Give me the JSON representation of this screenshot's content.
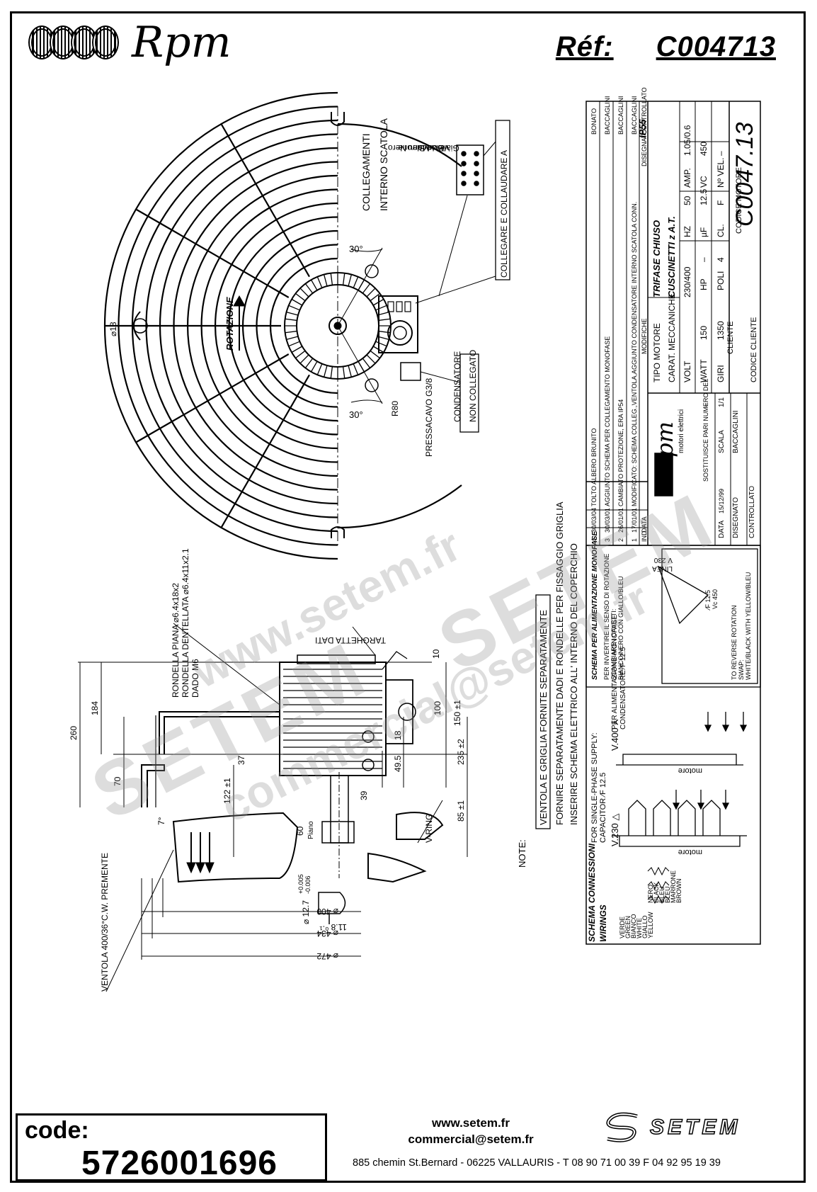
{
  "header": {
    "brand": "Rpm",
    "ref_label": "Réf:",
    "ref_value": "C004713"
  },
  "fan_view": {
    "collegamenti_title_1": "COLLEGAMENTI",
    "collegamenti_title_2": "INTERNO SCATOLA",
    "wires": [
      "Giallo",
      "Verde",
      "Bianco",
      "Bleu",
      "Marrone",
      "Nero"
    ],
    "collaudare": "COLLEGARE E COLLAUDARE A",
    "rotazione": "ROTAZIONE",
    "angle_top": "30°",
    "angle_bottom": "30°",
    "hole": "⌀18",
    "r80": "R80",
    "pressacavo": "PRESSACAVO G3/8",
    "condensatore": "CONDENSATORE",
    "non_collegato": "NON COLLEGATO"
  },
  "side_view": {
    "targhetta": "TARGHETTA DATI",
    "rondella_piana": "RONDELLA PIANA ⌀6.4x18x2",
    "rondella_dentellata": "RONDELLA DENTELLATA ⌀6.4x11x2.1",
    "dado": "DADO M6",
    "dims": {
      "d260": "260",
      "d184": "184",
      "d70": "70",
      "d37": "37",
      "d122": "122 ±1",
      "d18": "18",
      "d49": "49.5",
      "d100": "100",
      "d150": "150 ±1",
      "d235": "235 ±2",
      "d10": "10",
      "d39": "39",
      "d85": "85 ±1",
      "d60": "60",
      "d7": "7°",
      "piano": "Piano",
      "vring": "V-RING"
    },
    "shaft_dia": "⌀ 12.7",
    "shaft_tol_a": "+0.005",
    "shaft_tol_b": "-0.006",
    "key": "11.8 ⁰·¹",
    "d400": "⌀ 400",
    "d434": "⌀ 434",
    "d472": "⌀ 472",
    "ventola": "VENTOLA 400/36°C.W. PREMENTE"
  },
  "note": {
    "label": "NOTE:",
    "box": "VENTOLA E GRIGLIA FORNITE SEPARATAMENTE",
    "line2": "FORNIRE SEPARATAMENTE DADI E RONDELLE PER FISSAGGIO GRIGLIA",
    "line3": "INSERIRE SCHEMA ELETTRICO ALL' INTERNO DEL COPERCHIO"
  },
  "title_block": {
    "rev_header": [
      "IND",
      "DATA",
      "MODIFICHE",
      "DISEGNATO",
      "CONTROLLATO"
    ],
    "revisions": [
      {
        "ind": "4",
        "data": "30/03/04",
        "text": "TOLTO ALBERO BRUNITO",
        "by": "BONATO"
      },
      {
        "ind": "3",
        "data": "30/03/01",
        "text": "AGGIUNTO SCHEMA PER COLLEGAMENTO MONOFASE",
        "by": "BACCAGLINI"
      },
      {
        "ind": "2",
        "data": "26/01/01",
        "text": "CAMBIATO PROTEZIONE, ERA IP54",
        "by": "BACCAGLINI"
      },
      {
        "ind": "1",
        "data": "17/01/01",
        "text": "MODIFICATO: SCHEMA COLLEG.,VENTOLA,AGGIUNTO CONDENSATORE INTERNO SCATOLA CONN.",
        "by": "BACCAGLINI"
      }
    ],
    "tipo_motore_label": "TIPO MOTORE",
    "tipo_motore": "TRIFASE CHIUSO",
    "protezione": "IP55",
    "carat_label": "CARAT. MECCANICHE",
    "carat": "CUSCINETTI z A.T.",
    "volt_label": "VOLT",
    "volt": "230/400",
    "hz_label": "HZ",
    "hz": "50",
    "amp_label": "AMP.",
    "amp": "1.05/0.6",
    "watt_label": "WATT",
    "watt": "150",
    "hp_label": "HP",
    "hp": "–",
    "uf_label": "µF",
    "uf": "12.5",
    "vc_label": "VC",
    "vc": "450",
    "giri_label": "GIRI",
    "giri": "1350",
    "poli_label": "POLI",
    "poli": "4",
    "cl_label": "CL.",
    "cl": "F",
    "nvel_label": "Nº VEL.",
    "nvel": "–",
    "cliente_label": "CLIENTE",
    "codice_motore_label": "CODICE MOTORE",
    "codice_motore": "C0047.13",
    "codice_cliente_label": "CODICE CLIENTE",
    "sostituisce": "SOSTITUISCE PARI NUMERO DEL",
    "sostituisce_val": "–",
    "data_label": "DATA",
    "data": "15/12/99",
    "scala_label": "SCALA",
    "scala": "1/1",
    "disegnato_label": "DISEGNATO",
    "disegnato": "BACCAGLINI",
    "controllato_label": "CONTROLLATO",
    "brand_small": "Rpm",
    "brand_sub": "motori elettrici"
  },
  "wiring": {
    "title1": "SCHEMA CONNESSIONI",
    "title2": "WIRINGS",
    "legend": [
      [
        "VERDE",
        "GREEN"
      ],
      [
        "BIANCO",
        "WHITE"
      ],
      [
        "GIALLO",
        "YELLOW"
      ],
      [
        "NERO",
        "BLACK"
      ],
      [
        "BLEU",
        "BLEU"
      ],
      [
        "MARRONE",
        "BROWN"
      ]
    ],
    "v230": "V.230 △",
    "v400": "V.400 ⅄",
    "motore": "motore",
    "mono_1": "PER ALIMENTAZIONE MONOFASE",
    "mono_2": "CONDENSATORE ⁄F 12.5",
    "single_1": "FOR SINGLE-PHASE SUPPLY:",
    "single_2": "CAPACITOR ⁄F 12.5",
    "mono_schema": "SCHEMA PER ALIMENTAZIONE MONOFASE",
    "invert_1": "PER INVERTIRE IL SENSO DI ROTAZIONE",
    "invert_2": "SCAMBIARE I CAVETTI:",
    "invert_3": "BIANCO/NERO CON GIALLO/BLEU",
    "reverse_1": "TO REVERSE ROTATION",
    "reverse_2": "SWAP:",
    "reverse_3": "WHITE/BLACK WITH YELLOW/BLEU",
    "linea": "LINEA",
    "linea_v": "V 230",
    "cap_uf": "⁄F 12.5",
    "cap_vc": "Vc 450"
  },
  "watermark": {
    "site": "www.setem.fr",
    "brand": "SETEM",
    "mail": "commercial@setem.fr"
  },
  "footer": {
    "code_label": "code:",
    "code_value": "5726001696",
    "website": "www.setem.fr",
    "email": "commercial@setem.fr",
    "address": "885 chemin St.Bernard  -  06225 VALLAURIS  -  T 08 90 71 00 39   F 04 92 95 19 39",
    "setem_logo": "SETEM"
  }
}
